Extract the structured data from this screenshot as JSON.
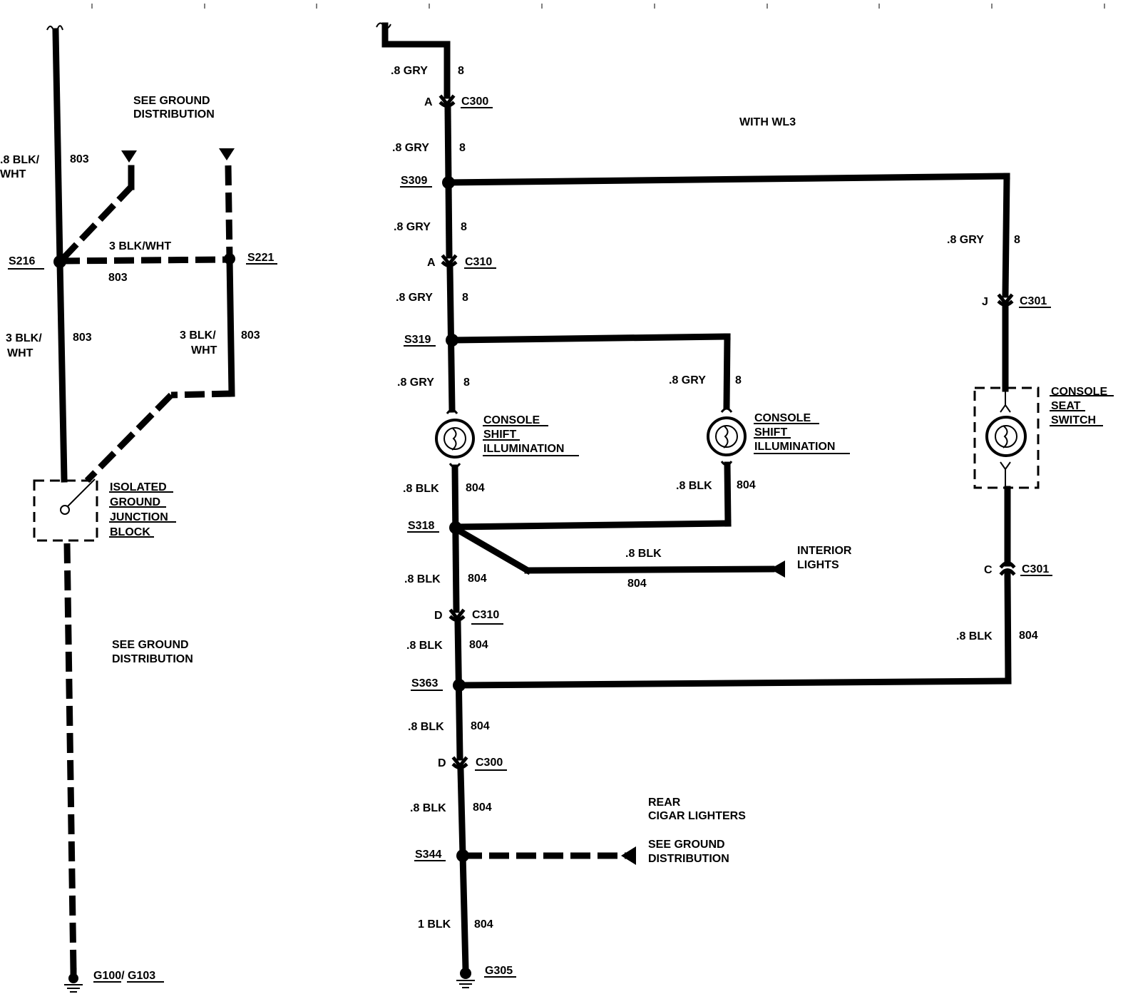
{
  "left": {
    "top_note": [
      "SEE GROUND",
      "DISTRIBUTION"
    ],
    "wire_top_color": [
      ".8 BLK/",
      "WHT"
    ],
    "wire_top_circuit": "803",
    "splice_s216": "S216",
    "splice_s221": "S221",
    "wire_bridge_color": "3 BLK/WHT",
    "wire_bridge_circuit": "803",
    "wire_mid_left_color": [
      "3 BLK/",
      "WHT"
    ],
    "wire_mid_left_circuit": "803",
    "wire_mid_right_color": [
      "3 BLK/",
      "WHT"
    ],
    "wire_mid_right_circuit": "803",
    "junction_block": [
      "ISOLATED",
      "GROUND",
      "JUNCTION",
      "BLOCK"
    ],
    "bottom_note": [
      "SEE GROUND",
      "DISTRIBUTION"
    ],
    "ground": "G100/ G103"
  },
  "main": {
    "with_note": "WITH WL3",
    "w1_color": ".8 GRY",
    "w1_circuit": "8",
    "c300_top_pin": "A",
    "c300_top": "C300",
    "w2_color": ".8 GRY",
    "w2_circuit": "8",
    "s309": "S309",
    "w3_color": ".8 GRY",
    "w3_circuit": "8",
    "c310_top_pin": "A",
    "c310_top": "C310",
    "w4_color": ".8 GRY",
    "w4_circuit": "8",
    "s319": "S319",
    "w5_color": ".8 GRY",
    "w5_circuit": "8",
    "bulb1_label": [
      "CONSOLE",
      "SHIFT",
      "ILLUMINATION"
    ],
    "w6_color": ".8 BLK",
    "w6_circuit": "804",
    "s318": "S318",
    "w7_color": ".8 BLK",
    "w7_circuit": "804",
    "c310_bot_pin": "D",
    "c310_bot": "C310",
    "w8_color": ".8 BLK",
    "w8_circuit": "804",
    "s363": "S363",
    "w9_color": ".8 BLK",
    "w9_circuit": "804",
    "c300_bot_pin": "D",
    "c300_bot": "C300",
    "w10_color": ".8 BLK",
    "w10_circuit": "804",
    "rear_label": [
      "REAR",
      "CIGAR LIGHTERS"
    ],
    "s344": "S344",
    "see_ground": [
      "SEE GROUND",
      "DISTRIBUTION"
    ],
    "w11_color": "1 BLK",
    "w11_circuit": "804",
    "ground": "G305"
  },
  "middle": {
    "w_color": ".8 GRY",
    "w_circuit": "8",
    "bulb2_label": [
      "CONSOLE",
      "SHIFT",
      "ILLUMINATION"
    ],
    "wb_color": ".8 BLK",
    "wb_circuit": "804",
    "interior_wire_color": ".8 BLK",
    "interior_wire_circuit": "804",
    "interior_label": [
      "INTERIOR",
      "LIGHTS"
    ]
  },
  "right": {
    "w_color": ".8 GRY",
    "w_circuit": "8",
    "c301_top_pin": "J",
    "c301_top": "C301",
    "switch_label": [
      "CONSOLE",
      "SEAT",
      "SWITCH"
    ],
    "c301_bot_pin": "C",
    "c301_bot": "C301",
    "wb_color": ".8 BLK",
    "wb_circuit": "804"
  }
}
